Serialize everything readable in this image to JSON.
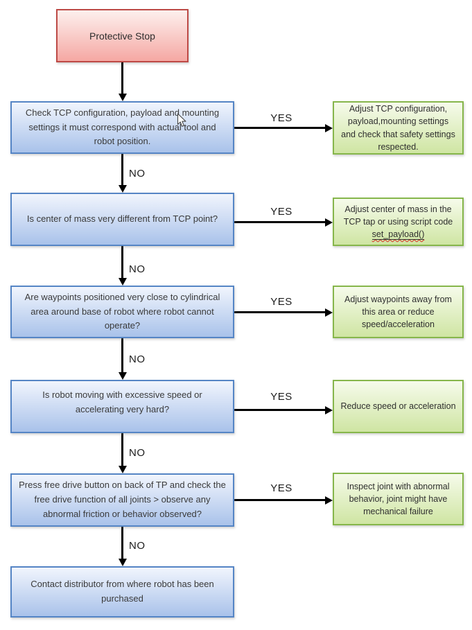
{
  "diagram": {
    "start_label": "Protective Stop",
    "labels": {
      "yes": "YES",
      "no": "NO"
    },
    "colors": {
      "start_border": "#bd4a46",
      "start_fill": "#f5a8a3",
      "question_border": "#5585c5",
      "question_fill": "#a9c2ea",
      "action_border": "#86b64b",
      "action_fill": "#cfe5a3",
      "arrow": "#000000",
      "spellcheck_underline": "#d93025"
    },
    "rows": [
      {
        "question": "Check TCP configuration, payload and mounting settings it must correspond with actual tool and robot position.",
        "action": "Adjust TCP configuration, payload,mounting settings and check that safety settings respected."
      },
      {
        "question": "Is center of mass very different from TCP point?",
        "action": "Adjust center of mass in the TCP tap or using script code ",
        "action_code": "set_payload()"
      },
      {
        "question": "Are waypoints positioned very close to cylindrical area around base of robot where robot cannot operate?",
        "action": "Adjust waypoints away from this area or reduce speed/acceleration"
      },
      {
        "question": "Is robot moving with excessive speed or accelerating very hard?",
        "action": "Reduce speed or acceleration"
      },
      {
        "question": "Press free drive button on back of TP and check the free drive function of all joints > observe any abnormal friction or behavior observed?",
        "action": "Inspect joint with abnormal behavior, joint might have mechanical failure"
      }
    ],
    "final": "Contact distributor from where robot has been purchased"
  }
}
